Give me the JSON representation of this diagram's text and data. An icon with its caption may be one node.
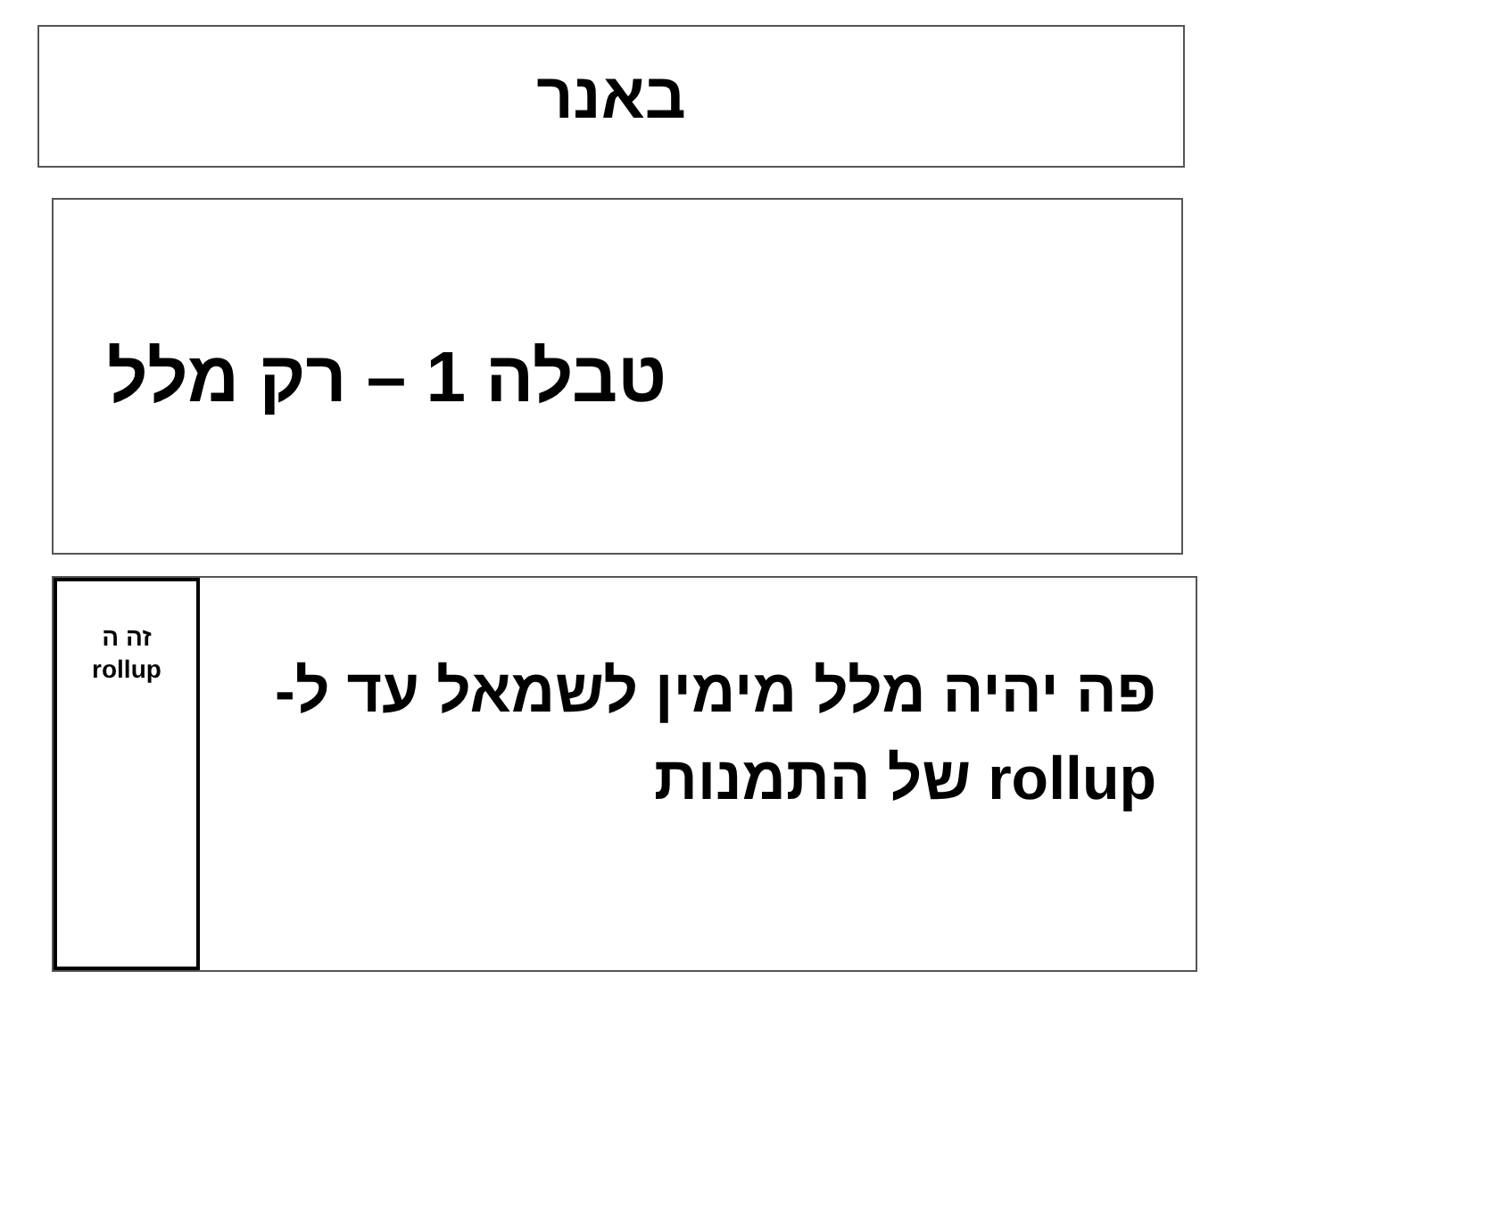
{
  "diagram": {
    "nodes": [
      {
        "text": [
          "באנר"
        ]
      },
      {
        "text": [
          "טבלה 1 – רק מלל"
        ]
      },
      {
        "text": [
          "פה יהיה מלל מימין לשמאל עד ל- rollup של התמנות"
        ]
      },
      {
        "text": [
          "זה ה rollup"
        ],
        "in": 2
      }
    ]
  }
}
